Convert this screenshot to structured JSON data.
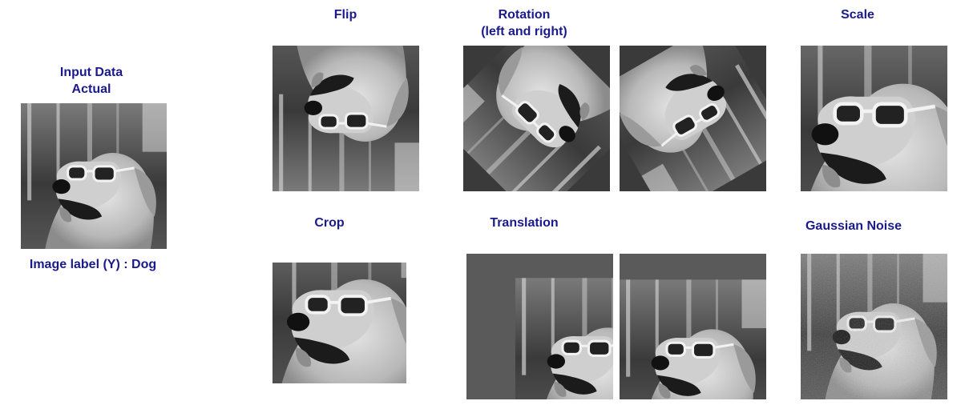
{
  "labels": {
    "input_title_1": "Input Data",
    "input_title_2": "Actual",
    "image_label": "Image label (Y) : Dog",
    "flip": "Flip",
    "rotation_1": "Rotation",
    "rotation_2": "(left and right)",
    "scale": "Scale",
    "crop": "Crop",
    "translation": "Translation",
    "gaussian_noise": "Gaussian Noise"
  },
  "colors": {
    "label_text": "#1a1a8c",
    "photo_tone": "grayscale"
  },
  "images": [
    {
      "id": "input-actual",
      "depicts": "dog-with-sunglasses",
      "transform": "none"
    },
    {
      "id": "flip",
      "depicts": "dog-with-sunglasses",
      "transform": "vertical-flip"
    },
    {
      "id": "rotation-left",
      "depicts": "dog-with-sunglasses",
      "transform": "rotate"
    },
    {
      "id": "rotation-right",
      "depicts": "dog-with-sunglasses",
      "transform": "rotate"
    },
    {
      "id": "scale",
      "depicts": "dog-with-sunglasses",
      "transform": "scale"
    },
    {
      "id": "crop",
      "depicts": "dog-with-sunglasses",
      "transform": "crop"
    },
    {
      "id": "translation-1",
      "depicts": "dog-with-sunglasses",
      "transform": "translate"
    },
    {
      "id": "translation-2",
      "depicts": "dog-with-sunglasses",
      "transform": "translate"
    },
    {
      "id": "gaussian-noise",
      "depicts": "dog-with-sunglasses",
      "transform": "gaussian-noise"
    }
  ]
}
